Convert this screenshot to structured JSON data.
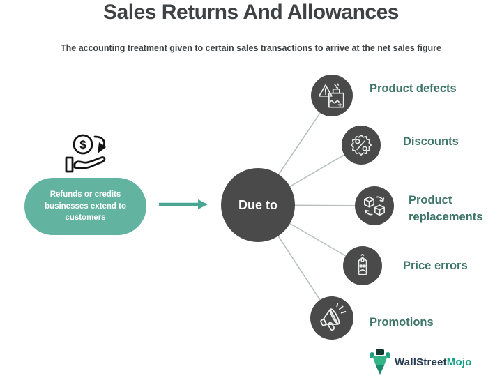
{
  "title": "Sales Returns And Allowances",
  "subtitle": "The accounting treatment given to certain sales transactions to arrive at the net sales figure",
  "source": {
    "text": "Refunds or credits businesses extend to customers",
    "icon": "refund-hand-coin-icon"
  },
  "hub": {
    "label": "Due to"
  },
  "causes": [
    {
      "label": "Product defects",
      "icon": "damaged-box-warning-icon"
    },
    {
      "label": "Discounts",
      "icon": "percent-discount-badge-icon"
    },
    {
      "label": "Product replacements",
      "icon": "product-exchange-boxes-icon"
    },
    {
      "label": "Price errors",
      "icon": "sad-price-tag-icon"
    },
    {
      "label": "Promotions",
      "icon": "megaphone-icon"
    }
  ],
  "logo": {
    "brand_primary": "WallStreet",
    "brand_secondary": "Mojo",
    "icon": "bull-logo-icon"
  },
  "colors": {
    "accent_teal": "#62b4a0",
    "arrow_teal": "#48a692",
    "node_dark": "#4a4a4a",
    "label_teal": "#3d7569",
    "title_gray": "#3e4245",
    "connector_gray": "#b9bfbe",
    "logo_navy": "#233950",
    "logo_teal": "#16a085"
  }
}
